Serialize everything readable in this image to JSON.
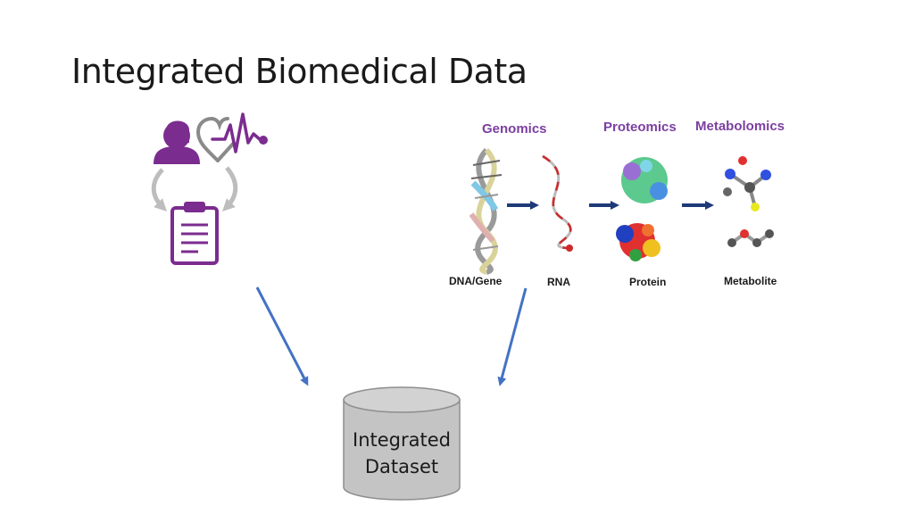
{
  "slide": {
    "title": "Integrated Biomedical Data"
  },
  "colors": {
    "purple": "#7b2c8f",
    "omics_heading": "#7b3fa0",
    "arrow_blue": "#4472c4",
    "arrow_navy": "#1f3a78",
    "cylinder_gray": "#c4c4c4"
  },
  "omics": {
    "headings": {
      "genomics": "Genomics",
      "proteomics": "Proteomics",
      "metabolomics": "Metabolomics"
    },
    "labels": {
      "dna": "DNA/Gene",
      "rna": "RNA",
      "protein": "Protein",
      "metabolite": "Metabolite"
    }
  },
  "dataset": {
    "line1": "Integrated",
    "line2": "Dataset"
  },
  "icons": [
    "patient-icon",
    "heartbeat-icon",
    "clipboard-icon",
    "dna-helix-icon",
    "rna-strand-icon",
    "protein-icon",
    "molecule-icon"
  ]
}
